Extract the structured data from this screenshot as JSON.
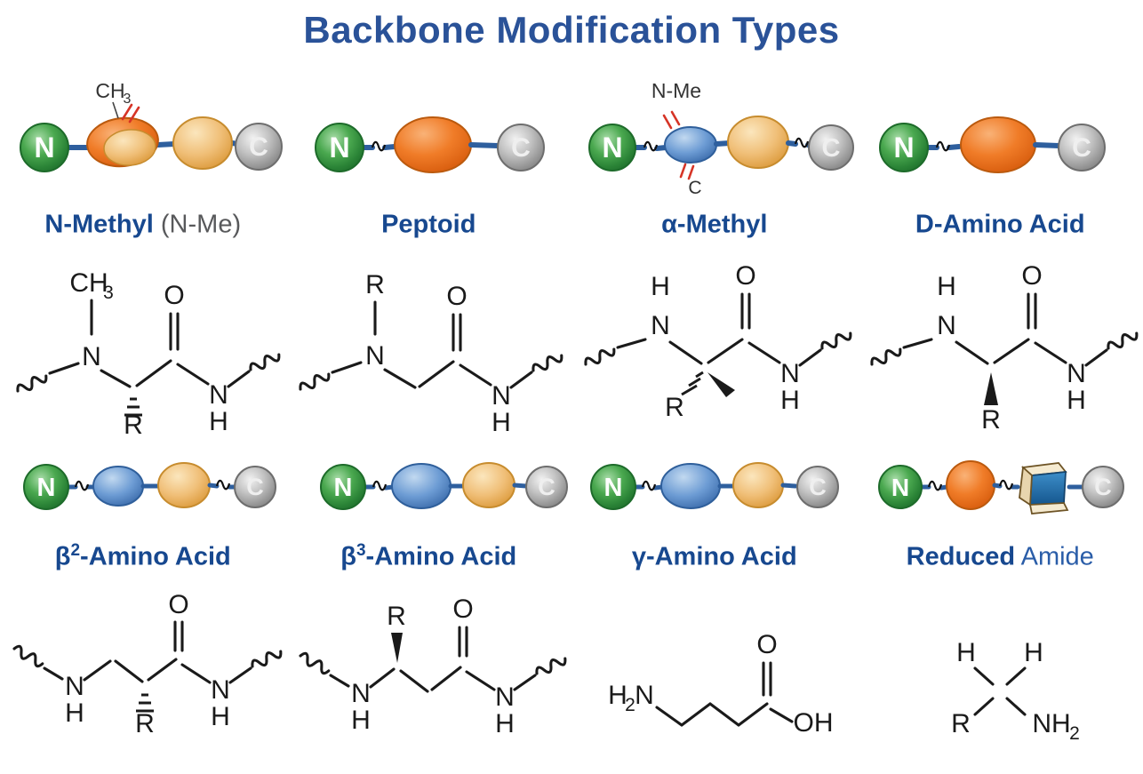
{
  "title": "Backbone Modification Types",
  "colors": {
    "title_blue": "#2a5298",
    "label_blue": "#17488f",
    "label_gray": "#58595b",
    "backbone_dark_blue": "#2e5f9e",
    "backbone_light_blue": "#c3d8ea",
    "bead_green": "#2a8336",
    "bead_gray": "#929292",
    "bead_orange": "#f07c28",
    "bead_tan": "#f0bf78",
    "bead_blue": "#6d9cd4",
    "slash_red": "#d63426",
    "structure_black": "#1a1a1a"
  },
  "panels": [
    {
      "label": {
        "main": "N-Methyl",
        "gray": " (N-Me)"
      },
      "cartoon": {
        "n": "N",
        "c": "C",
        "methyl": "CH",
        "methyl_sub": "3",
        "beads": "green N cap, orange amide bead with tan overlay and CH3 methyl flag (red slashes), tan residue oval, squiggle break, gray C cap"
      },
      "structure": {
        "methyl": "CH",
        "methyl_sub": "3",
        "o": "O",
        "n": "N",
        "r": "R",
        "amide_n": "N",
        "amide_h": "H"
      }
    },
    {
      "label": {
        "main": "Peptoid"
      },
      "cartoon": {
        "n": "N",
        "c": "C",
        "beads": "green N cap, squiggle break, orange residue oval, gray C cap"
      },
      "structure": {
        "r": "R",
        "n": "N",
        "o": "O",
        "amide_n": "N",
        "amide_h": "H"
      }
    },
    {
      "label": {
        "main": "α-Methyl"
      },
      "cartoon": {
        "n": "N",
        "c": "C",
        "ann_top": "N-Me",
        "ann_bottom": "C",
        "beads": "green N cap, squiggle break, small blue alpha-carbon bead flagged N-Me above and C below (red slashes), tan residue oval, squiggle break, gray C cap"
      },
      "structure": {
        "h": "H",
        "n": "N",
        "o": "O",
        "r": "R",
        "amide_n": "N",
        "amide_h": "H"
      }
    },
    {
      "label": {
        "main": "D-Amino Acid"
      },
      "cartoon": {
        "n": "N",
        "c": "C",
        "beads": "green N cap, squiggle break, orange residue oval, gray C cap"
      },
      "structure": {
        "h": "H",
        "n": "N",
        "o": "O",
        "r": "R",
        "amide_n": "N",
        "amide_h": "H"
      }
    },
    {
      "label": {
        "main": "β",
        "sup": "2",
        "post": "-Amino Acid"
      },
      "cartoon": {
        "n": "N",
        "c": "C",
        "beads": "green N cap, squiggle break, blue carbon bead, tan residue oval, squiggle break, gray C cap"
      },
      "structure": {
        "n": "N",
        "h": "H",
        "o": "O",
        "r": "R",
        "amide_n": "N",
        "amide_h": "H"
      }
    },
    {
      "label": {
        "main": "β",
        "sup": "3",
        "post": "-Amino Acid"
      },
      "cartoon": {
        "n": "N",
        "c": "C",
        "beads": "green N cap, squiggle break, larger blue carbon bead, tan residue oval, gray C cap"
      },
      "structure": {
        "n": "N",
        "h": "H",
        "o": "O",
        "r": "R",
        "amide_n": "N",
        "amide_h": "H"
      }
    },
    {
      "label": {
        "main": "γ-Amino Acid"
      },
      "cartoon": {
        "n": "N",
        "c": "C",
        "beads": "green N cap, squiggle break, large blue carbon bead, tan residue oval, gray C cap"
      },
      "structure": {
        "h2n_h": "H",
        "h2n_sub": "2",
        "h2n_n": "N",
        "o": "O",
        "oh": "OH"
      }
    },
    {
      "label": {
        "main": "Reduced",
        "light": " Amide"
      },
      "cartoon": {
        "n": "N",
        "c": "C",
        "beads": "green N cap, squiggle break, orange sphere, squiggle break, open tan box with blue panel (reduced amide), gray C cap"
      },
      "structure": {
        "h_left": "H",
        "h_right": "H",
        "r": "R",
        "nh": "NH",
        "nh_sub": "2"
      }
    }
  ]
}
